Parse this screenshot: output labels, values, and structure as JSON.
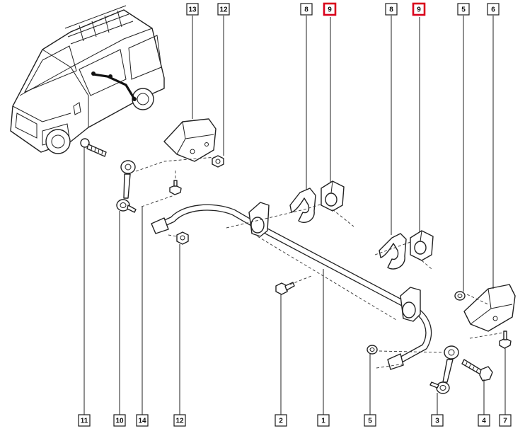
{
  "diagram": {
    "callouts": [
      {
        "id": "c13",
        "label": "13",
        "highlight": false
      },
      {
        "id": "c12a",
        "label": "12",
        "highlight": false
      },
      {
        "id": "c8a",
        "label": "8",
        "highlight": false
      },
      {
        "id": "c9a",
        "label": "9",
        "highlight": true
      },
      {
        "id": "c8b",
        "label": "8",
        "highlight": false
      },
      {
        "id": "c9b",
        "label": "9",
        "highlight": true
      },
      {
        "id": "c5a",
        "label": "5",
        "highlight": false
      },
      {
        "id": "c6",
        "label": "6",
        "highlight": false
      },
      {
        "id": "c11",
        "label": "11",
        "highlight": false
      },
      {
        "id": "c10",
        "label": "10",
        "highlight": false
      },
      {
        "id": "c14",
        "label": "14",
        "highlight": false
      },
      {
        "id": "c12b",
        "label": "12",
        "highlight": false
      },
      {
        "id": "c2",
        "label": "2",
        "highlight": false
      },
      {
        "id": "c1",
        "label": "1",
        "highlight": false
      },
      {
        "id": "c5b",
        "label": "5",
        "highlight": false
      },
      {
        "id": "c3",
        "label": "3",
        "highlight": false
      },
      {
        "id": "c4",
        "label": "4",
        "highlight": false
      },
      {
        "id": "c7",
        "label": "7",
        "highlight": false
      }
    ],
    "highlight_color": "#d9001b",
    "line_color": "#222222",
    "icons": [
      "van-illustration",
      "stabilizer-bar",
      "bushing",
      "bracket",
      "clamp",
      "bolt",
      "nut",
      "link-rod"
    ]
  }
}
